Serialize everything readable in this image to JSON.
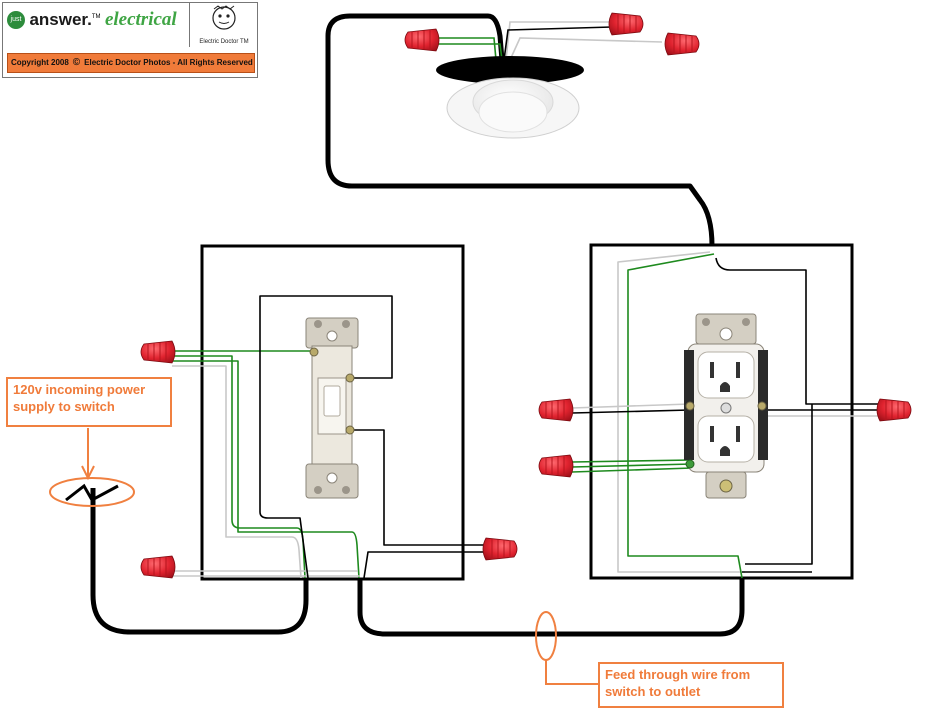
{
  "header": {
    "brand_prefix": "just",
    "brand_main": "answer.",
    "brand_tm": "TM",
    "brand_sub": "electrical",
    "doctor_caption": "Electric Doctor TM",
    "copyright_left": "Copyright 2008",
    "copyright_symbol": "©",
    "copyright_right": "Electric Doctor Photos - All Rights Reserved"
  },
  "callouts": {
    "incoming": {
      "line1": "120v incoming power",
      "line2": "supply to switch"
    },
    "feed": {
      "line1": "Feed through wire from",
      "line2": "switch to outlet"
    }
  },
  "colors": {
    "hot_wire": "#000000",
    "ground_wire": "#1e8a1e",
    "neutral_wire": "#c8c8c8",
    "wire_nut": "#e0232f",
    "callout": "#f07b3a"
  },
  "icons": {
    "wire_nut": "wire-nut-icon",
    "switch": "light-switch-icon",
    "outlet": "duplex-outlet-icon",
    "fixture": "ceiling-light-icon"
  }
}
